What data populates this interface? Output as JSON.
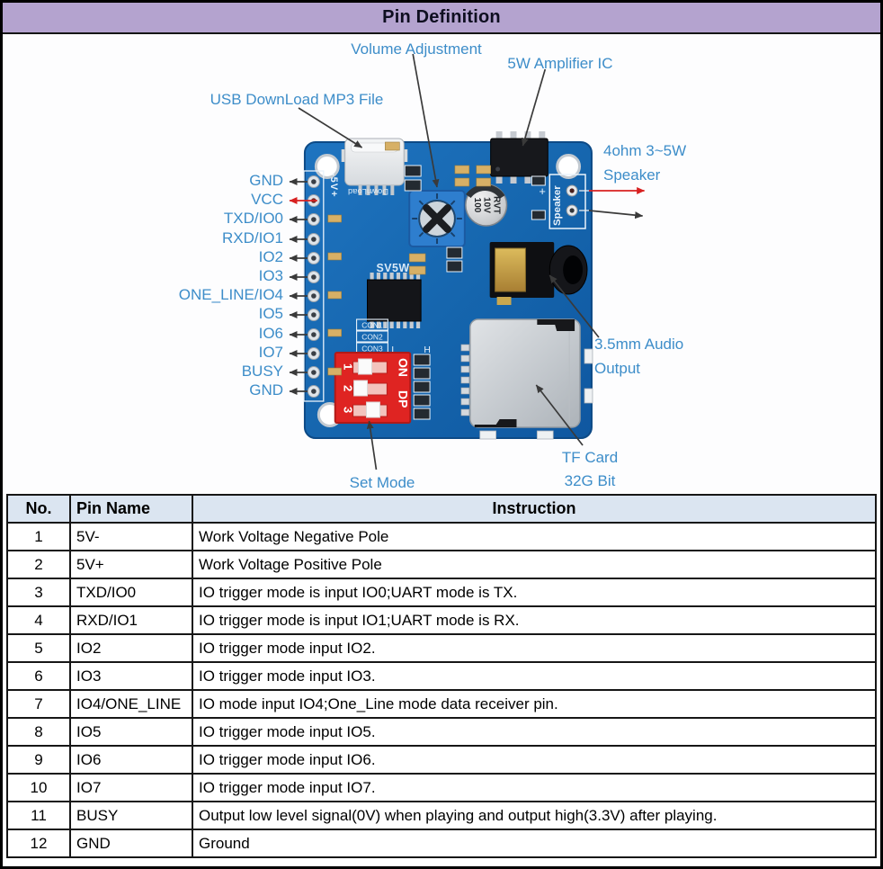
{
  "header": {
    "title": "Pin Definition"
  },
  "diagram": {
    "labels": {
      "volume": "Volume Adjustment",
      "amplifier": "5W Amplifier IC",
      "usb": "USB DownLoad MP3 File",
      "speaker_line1": "4ohm 3~5W",
      "speaker_line2": "Speaker",
      "audio_line1": "3.5mm Audio",
      "audio_line2": "Output",
      "tf_line1": "TF Card",
      "tf_line2": "32G Bit",
      "set_mode": "Set Mode"
    },
    "left_pins": [
      "GND",
      "VCC",
      "TXD/IO0",
      "RXD/IO1",
      "IO2",
      "IO3",
      "ONE_LINE/IO4",
      "IO5",
      "IO6",
      "IO7",
      "BUSY",
      "GND"
    ],
    "silkscreen": {
      "rail": "-5V+",
      "download": "DownLoad",
      "model": "SV5W",
      "speaker": "Speaker",
      "plus": "+",
      "minus": "-",
      "con1": "CON1",
      "con2": "CON2",
      "con3": "CON3",
      "low": "L",
      "high": "H",
      "on": "ON",
      "dp": "DP",
      "sw1": "1",
      "sw2": "2",
      "sw3": "3",
      "cap1": "100",
      "cap2": "10V",
      "cap3": "RVT"
    },
    "colors": {
      "label_blue": "#3d8dc9",
      "header_purple": "#b4a3cf",
      "table_header_blue": "#dbe5f1",
      "pcb_blue": "#1565ad",
      "arrow_dark": "#3a3a3a",
      "arrow_red": "#d82020",
      "dip_red": "#df2422"
    }
  },
  "table": {
    "headers": [
      "No.",
      "Pin Name",
      "Instruction"
    ],
    "rows": [
      {
        "no": "1",
        "pin": "5V-",
        "instruction": "Work Voltage Negative Pole"
      },
      {
        "no": "2",
        "pin": "5V+",
        "instruction": "Work Voltage Positive Pole"
      },
      {
        "no": "3",
        "pin": "TXD/IO0",
        "instruction": "IO trigger mode is input IO0;UART mode is TX."
      },
      {
        "no": "4",
        "pin": "RXD/IO1",
        "instruction": "IO trigger mode is input IO1;UART mode is RX."
      },
      {
        "no": "5",
        "pin": "IO2",
        "instruction": "IO trigger mode input IO2."
      },
      {
        "no": "6",
        "pin": "IO3",
        "instruction": "IO trigger mode input IO3."
      },
      {
        "no": "7",
        "pin": "IO4/ONE_LINE",
        "instruction": "IO mode input IO4;One_Line mode data receiver pin."
      },
      {
        "no": "8",
        "pin": "IO5",
        "instruction": "IO trigger mode input IO5."
      },
      {
        "no": "9",
        "pin": "IO6",
        "instruction": "IO trigger mode input IO6."
      },
      {
        "no": "10",
        "pin": "IO7",
        "instruction": "IO trigger mode input IO7."
      },
      {
        "no": "11",
        "pin": "BUSY",
        "instruction": "Output low level signal(0V) when playing and output high(3.3V) after playing."
      },
      {
        "no": "12",
        "pin": "GND",
        "instruction": "Ground"
      }
    ]
  }
}
